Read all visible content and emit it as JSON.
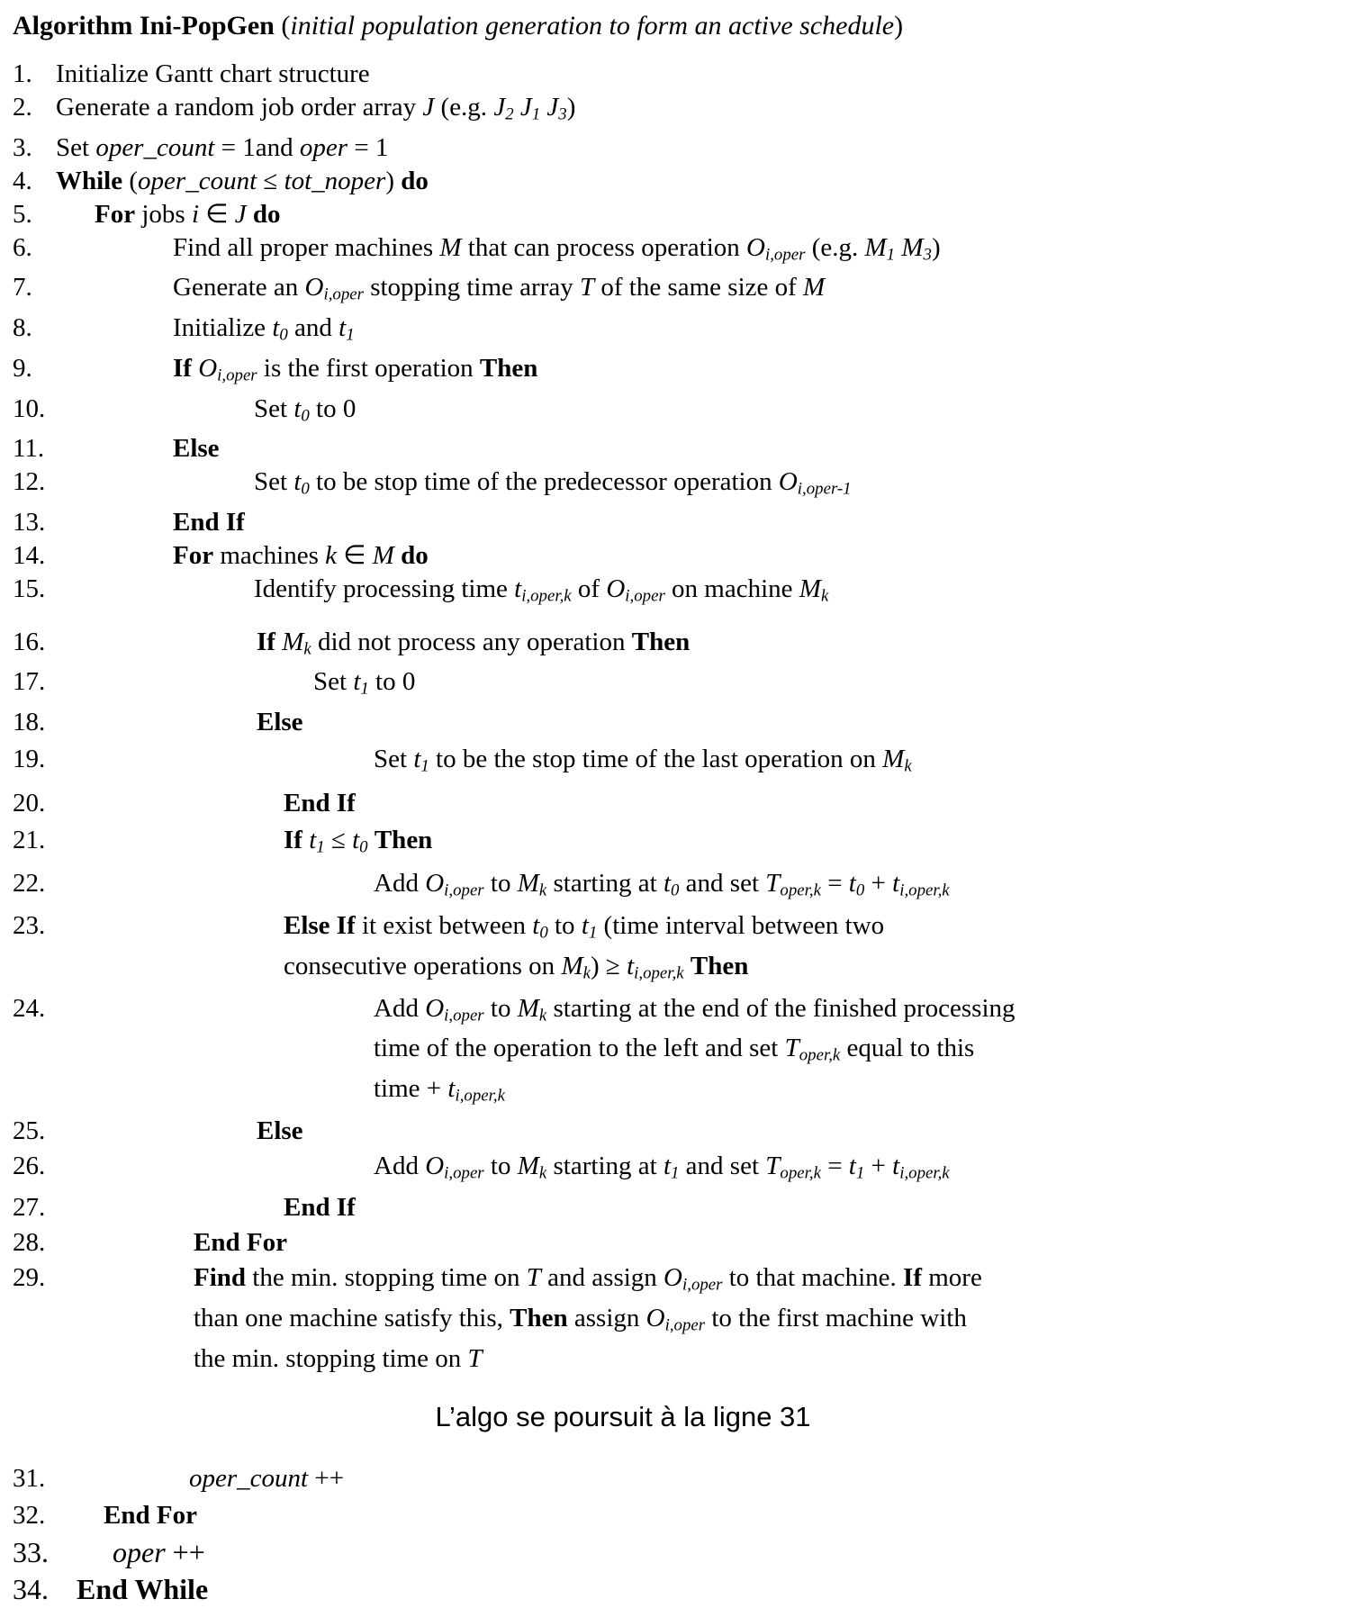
{
  "colors": {
    "background": "#ffffff",
    "text": "#000000"
  },
  "title": {
    "segments": [
      [
        "b",
        "Algorithm Ini-PopGen"
      ],
      [
        "n",
        " ("
      ],
      [
        "i",
        "initial population generation to form an active schedule"
      ],
      [
        "n",
        ")"
      ]
    ]
  },
  "annotation": {
    "text": "L’algo se poursuit à la ligne 31"
  },
  "lines": [
    {
      "num": "1.",
      "indent": 62,
      "seg": [
        [
          "n",
          "Initialize Gantt chart structure"
        ]
      ]
    },
    {
      "num": "2.",
      "indent": 62,
      "seg": [
        [
          "n",
          "Generate a random job order array "
        ],
        [
          "i",
          "J"
        ],
        [
          "n",
          " (e.g. "
        ],
        [
          "i",
          "J"
        ],
        [
          "s",
          "2"
        ],
        [
          "n",
          " "
        ],
        [
          "i",
          "J"
        ],
        [
          "s",
          "1"
        ],
        [
          "n",
          " "
        ],
        [
          "i",
          "J"
        ],
        [
          "s",
          "3"
        ],
        [
          "n",
          ")"
        ]
      ]
    },
    {
      "num": "3.",
      "indent": 62,
      "seg": [
        [
          "n",
          "Set "
        ],
        [
          "i",
          "oper_count"
        ],
        [
          "n",
          " = 1and "
        ],
        [
          "i",
          "oper"
        ],
        [
          "n",
          " = 1"
        ]
      ]
    },
    {
      "num": "4.",
      "indent": 62,
      "seg": [
        [
          "b",
          "While"
        ],
        [
          "n",
          " ("
        ],
        [
          "i",
          "oper_count"
        ],
        [
          "n",
          " ≤ "
        ],
        [
          "i",
          "tot_noper"
        ],
        [
          "n",
          ") "
        ],
        [
          "b",
          "do"
        ]
      ]
    },
    {
      "num": "5.",
      "indent": 105,
      "seg": [
        [
          "b",
          "For"
        ],
        [
          "n",
          " jobs "
        ],
        [
          "i",
          "i"
        ],
        [
          "n",
          " ∈ "
        ],
        [
          "i",
          "J"
        ],
        [
          "n",
          " "
        ],
        [
          "b",
          "do"
        ]
      ]
    },
    {
      "num": "6.",
      "indent": 192,
      "seg": [
        [
          "n",
          "Find all proper machines "
        ],
        [
          "i",
          "M"
        ],
        [
          "n",
          " that can process operation "
        ],
        [
          "i",
          "O"
        ],
        [
          "s",
          "i,oper"
        ],
        [
          "n",
          " (e.g. "
        ],
        [
          "i",
          "M"
        ],
        [
          "s",
          "1"
        ],
        [
          "n",
          " "
        ],
        [
          "i",
          "M"
        ],
        [
          "s",
          "3"
        ],
        [
          "n",
          ")"
        ]
      ]
    },
    {
      "num": "7.",
      "indent": 192,
      "seg": [
        [
          "n",
          "Generate an "
        ],
        [
          "i",
          "O"
        ],
        [
          "s",
          "i,oper"
        ],
        [
          "n",
          " stopping time array "
        ],
        [
          "i",
          "T"
        ],
        [
          "n",
          " of the same size of "
        ],
        [
          "i",
          "M"
        ]
      ]
    },
    {
      "num": "8.",
      "indent": 192,
      "seg": [
        [
          "n",
          "Initialize "
        ],
        [
          "i",
          "t"
        ],
        [
          "s",
          "0"
        ],
        [
          "n",
          " and "
        ],
        [
          "i",
          "t"
        ],
        [
          "s",
          "1"
        ]
      ]
    },
    {
      "num": "9.",
      "indent": 192,
      "seg": [
        [
          "b",
          "If"
        ],
        [
          "n",
          " "
        ],
        [
          "i",
          "O"
        ],
        [
          "s",
          "i,oper"
        ],
        [
          "n",
          " is the first operation "
        ],
        [
          "b",
          "Then"
        ]
      ]
    },
    {
      "num": "10.",
      "indent": 282,
      "seg": [
        [
          "n",
          "Set "
        ],
        [
          "i",
          "t"
        ],
        [
          "s",
          "0"
        ],
        [
          "n",
          " to 0"
        ]
      ]
    },
    {
      "num": "11.",
      "indent": 192,
      "seg": [
        [
          "b",
          "Else"
        ]
      ]
    },
    {
      "num": "12.",
      "indent": 282,
      "seg": [
        [
          "n",
          "Set "
        ],
        [
          "i",
          "t"
        ],
        [
          "s",
          "0"
        ],
        [
          "n",
          " to be stop time of the predecessor operation "
        ],
        [
          "i",
          "O"
        ],
        [
          "s",
          "i,oper-1"
        ]
      ]
    },
    {
      "num": "13.",
      "indent": 192,
      "seg": [
        [
          "b",
          "End If"
        ]
      ]
    },
    {
      "num": "14.",
      "indent": 192,
      "seg": [
        [
          "b",
          "For"
        ],
        [
          "n",
          " machines "
        ],
        [
          "i",
          "k"
        ],
        [
          "n",
          " ∈ "
        ],
        [
          "i",
          "M"
        ],
        [
          "n",
          " "
        ],
        [
          "b",
          "do"
        ]
      ]
    },
    {
      "num": "15.",
      "indent": 282,
      "seg": [
        [
          "n",
          "Identify processing time "
        ],
        [
          "i",
          "t"
        ],
        [
          "s",
          "i,oper,k"
        ],
        [
          "n",
          " of "
        ],
        [
          "i",
          "O"
        ],
        [
          "s",
          "i,oper"
        ],
        [
          "n",
          " on machine "
        ],
        [
          "i",
          "M"
        ],
        [
          "s",
          "k"
        ]
      ]
    },
    {
      "num": "16.",
      "indent": 285,
      "mt": 14,
      "seg": [
        [
          "b",
          "If"
        ],
        [
          "n",
          " "
        ],
        [
          "i",
          "M"
        ],
        [
          "s",
          "k"
        ],
        [
          "n",
          " did not process any operation "
        ],
        [
          "b",
          "Then"
        ]
      ]
    },
    {
      "num": "17.",
      "indent": 348,
      "seg": [
        [
          "n",
          "Set "
        ],
        [
          "i",
          "t"
        ],
        [
          "s",
          "1"
        ],
        [
          "n",
          " to 0"
        ]
      ]
    },
    {
      "num": "18.",
      "indent": 285,
      "seg": [
        [
          "b",
          "Else"
        ]
      ]
    },
    {
      "num": "19.",
      "indent": 415,
      "mt": 4,
      "seg": [
        [
          "n",
          "Set "
        ],
        [
          "i",
          "t"
        ],
        [
          "s",
          "1"
        ],
        [
          "n",
          " to be the stop time of the last operation on "
        ],
        [
          "i",
          "M"
        ],
        [
          "s",
          "k"
        ]
      ]
    },
    {
      "num": "20.",
      "indent": 315,
      "mt": 4,
      "seg": [
        [
          "b",
          "End If"
        ]
      ]
    },
    {
      "num": "21.",
      "indent": 315,
      "mt": 4,
      "seg": [
        [
          "b",
          "If"
        ],
        [
          "n",
          " "
        ],
        [
          "i",
          "t"
        ],
        [
          "s",
          "1"
        ],
        [
          "n",
          " ≤ "
        ],
        [
          "i",
          "t"
        ],
        [
          "s",
          "0"
        ],
        [
          "n",
          " "
        ],
        [
          "b",
          "Then"
        ]
      ]
    },
    {
      "num": "22.",
      "indent": 415,
      "mt": 4,
      "seg": [
        [
          "n",
          "Add "
        ],
        [
          "i",
          "O"
        ],
        [
          "s",
          "i,oper"
        ],
        [
          "n",
          " to "
        ],
        [
          "i",
          "M"
        ],
        [
          "s",
          "k"
        ],
        [
          "n",
          " starting at "
        ],
        [
          "i",
          "t"
        ],
        [
          "s",
          "0"
        ],
        [
          "n",
          " and set "
        ],
        [
          "i",
          "T"
        ],
        [
          "s",
          "oper,k"
        ],
        [
          "n",
          " = "
        ],
        [
          "i",
          "t"
        ],
        [
          "s",
          "0"
        ],
        [
          "n",
          " + "
        ],
        [
          "i",
          "t"
        ],
        [
          "s",
          "i,oper,k"
        ]
      ]
    },
    {
      "num": "23.",
      "indent": 315,
      "mt": 2,
      "seg": [
        [
          "b",
          "Else If"
        ],
        [
          "n",
          " it exist between "
        ],
        [
          "i",
          "t"
        ],
        [
          "s",
          "0"
        ],
        [
          "n",
          " to "
        ],
        [
          "i",
          "t"
        ],
        [
          "s",
          "1"
        ],
        [
          "n",
          " (time interval between two"
        ]
      ]
    },
    {
      "num": "",
      "indent": 315,
      "seg": [
        [
          "n",
          "consecutive operations on "
        ],
        [
          "i",
          "M"
        ],
        [
          "s",
          "k"
        ],
        [
          "n",
          ") ≥ "
        ],
        [
          "i",
          "t"
        ],
        [
          "s",
          "i,oper,k"
        ],
        [
          "n",
          " "
        ],
        [
          "b",
          "Then"
        ]
      ]
    },
    {
      "num": "24.",
      "indent": 415,
      "mt": 2,
      "seg": [
        [
          "n",
          "Add "
        ],
        [
          "i",
          "O"
        ],
        [
          "s",
          "i,oper"
        ],
        [
          "n",
          " to "
        ],
        [
          "i",
          "M"
        ],
        [
          "s",
          "k"
        ],
        [
          "n",
          " starting at the end of the finished processing"
        ]
      ]
    },
    {
      "num": "",
      "indent": 415,
      "seg": [
        [
          "n",
          "time of the operation to the left and set "
        ],
        [
          "i",
          "T"
        ],
        [
          "s",
          "oper,k"
        ],
        [
          "n",
          " equal to this"
        ]
      ]
    },
    {
      "num": "",
      "indent": 415,
      "seg": [
        [
          "n",
          "time + "
        ],
        [
          "i",
          "t"
        ],
        [
          "s",
          "i,oper,k"
        ]
      ]
    },
    {
      "num": "25.",
      "indent": 285,
      "mt": 2,
      "seg": [
        [
          "b",
          "Else"
        ]
      ]
    },
    {
      "num": "26.",
      "indent": 415,
      "mt": 2,
      "seg": [
        [
          "n",
          "Add "
        ],
        [
          "i",
          "O"
        ],
        [
          "s",
          "i,oper"
        ],
        [
          "n",
          " to "
        ],
        [
          "i",
          "M"
        ],
        [
          "s",
          "k"
        ],
        [
          "n",
          " starting at "
        ],
        [
          "i",
          "t"
        ],
        [
          "s",
          "1"
        ],
        [
          "n",
          " and set "
        ],
        [
          "i",
          "T"
        ],
        [
          "s",
          "oper,k"
        ],
        [
          "n",
          " = "
        ],
        [
          "i",
          "t"
        ],
        [
          "s",
          "1"
        ],
        [
          "n",
          " + "
        ],
        [
          "i",
          "t"
        ],
        [
          "s",
          "i,oper,k"
        ]
      ]
    },
    {
      "num": "27.",
      "indent": 315,
      "mt": 2,
      "seg": [
        [
          "b",
          "End If"
        ]
      ]
    },
    {
      "num": "28.",
      "indent": 215,
      "mt": 2,
      "seg": [
        [
          "b",
          "End For"
        ]
      ]
    },
    {
      "num": "29.",
      "indent": 215,
      "mt": 2,
      "seg": [
        [
          "b",
          "Find"
        ],
        [
          "n",
          " the min. stopping time on "
        ],
        [
          "i",
          "T"
        ],
        [
          "n",
          " and assign "
        ],
        [
          "i",
          "O"
        ],
        [
          "s",
          "i,oper"
        ],
        [
          "n",
          " to that machine. "
        ],
        [
          "b",
          "If"
        ],
        [
          "n",
          " more"
        ]
      ]
    },
    {
      "num": "",
      "indent": 215,
      "seg": [
        [
          "n",
          "than one machine satisfy this, "
        ],
        [
          "b",
          "Then"
        ],
        [
          "n",
          " assign "
        ],
        [
          "i",
          "O"
        ],
        [
          "s",
          "i,oper"
        ],
        [
          "n",
          " to the first machine with"
        ]
      ]
    },
    {
      "num": "",
      "indent": 215,
      "seg": [
        [
          "n",
          "the min. stopping time on "
        ],
        [
          "i",
          "T"
        ]
      ]
    }
  ],
  "footer_lines": [
    {
      "num": "31.",
      "indent": 210,
      "seg": [
        [
          "i",
          "oper_count"
        ],
        [
          "n",
          " ++"
        ]
      ]
    },
    {
      "num": "32.",
      "indent": 115,
      "seg": [
        [
          "b",
          "End For"
        ]
      ]
    },
    {
      "num": "33.",
      "indent": 125,
      "cls": "lg",
      "seg": [
        [
          "i",
          "oper"
        ],
        [
          "n",
          " ++"
        ]
      ]
    },
    {
      "num": "34.",
      "indent": 85,
      "cls": "lg",
      "seg": [
        [
          "b",
          "End While"
        ]
      ]
    }
  ]
}
